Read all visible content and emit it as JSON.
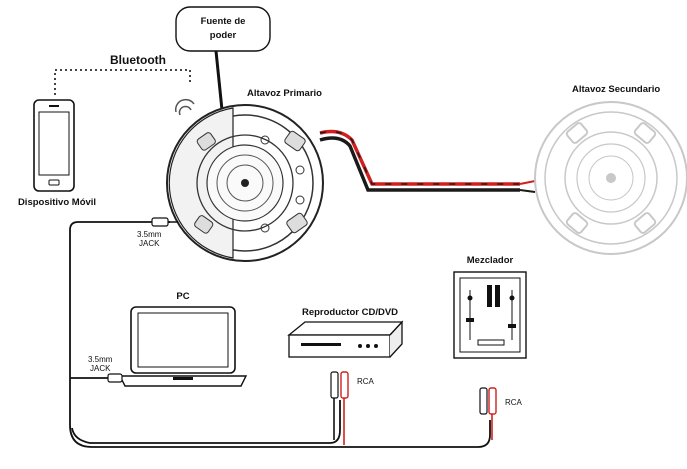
{
  "labels": {
    "power_supply_line1": "Fuente de",
    "power_supply_line2": "poder",
    "bluetooth": "Bluetooth",
    "primary_speaker": "Altavoz Primario",
    "secondary_speaker": "Altavoz Secundario",
    "mobile_device": "Dispositivo Móvil",
    "jack_primary_line1": "3.5mm",
    "jack_primary_line2": "JACK",
    "jack_pc_line1": "3.5mm",
    "jack_pc_line2": "JACK",
    "pc": "PC",
    "cd_dvd_player": "Reproductor CD/DVD",
    "mixer": "Mezclador",
    "rca_player": "RCA",
    "rca_mixer": "RCA"
  },
  "colors": {
    "line": "#111111",
    "speaker_wire_red": "#d0201e",
    "speaker_wire_black": "#1a1a1a",
    "secondary_speaker_gray": "#c8c8c8"
  }
}
